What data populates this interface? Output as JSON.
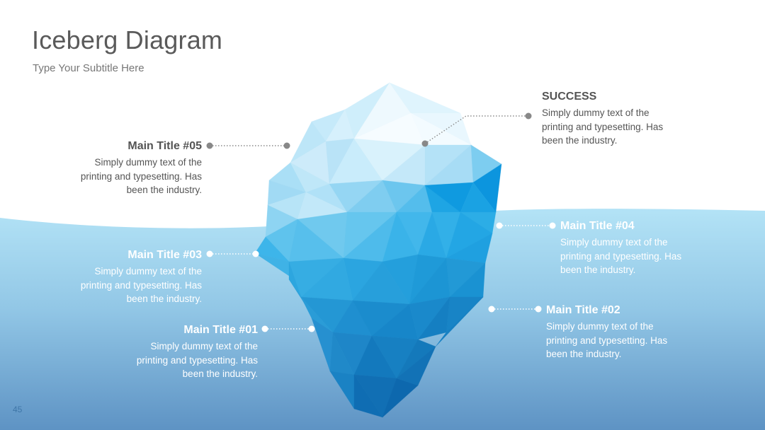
{
  "slide": {
    "title": "Iceberg Diagram",
    "subtitle": "Type Your Subtitle Here",
    "page_number": "45"
  },
  "labels": [
    {
      "id": "success",
      "title": "SUCCESS",
      "desc": [
        "Simply dummy text of the",
        "printing and typesetting. Has",
        "been the industry."
      ]
    },
    {
      "id": "main-05",
      "title": "Main Title #05",
      "desc": [
        "Simply dummy text of the",
        "printing and typesetting. Has",
        "been the industry."
      ]
    },
    {
      "id": "main-04",
      "title": "Main Title #04",
      "desc": [
        "Simply dummy text of the",
        "printing and typesetting. Has",
        "been the industry."
      ]
    },
    {
      "id": "main-03",
      "title": "Main Title #03",
      "desc": [
        "Simply dummy text of the",
        "printing and typesetting. Has",
        "been the industry."
      ]
    },
    {
      "id": "main-02",
      "title": "Main Title #02",
      "desc": [
        "Simply dummy text of the",
        "printing and typesetting. Has",
        "been the industry."
      ]
    },
    {
      "id": "main-01",
      "title": "Main Title #01",
      "desc": [
        "Simply dummy text of the",
        "printing and typesetting. Has",
        "been the industry."
      ]
    }
  ],
  "colors": {
    "title_text": "#5a5a5a",
    "water_top": "#b3e3f6",
    "water_bottom": "#5e93c4",
    "ice_tip": "#e4f5fd",
    "ice_deep": "#1167ad",
    "connector_dot": "#888888"
  }
}
